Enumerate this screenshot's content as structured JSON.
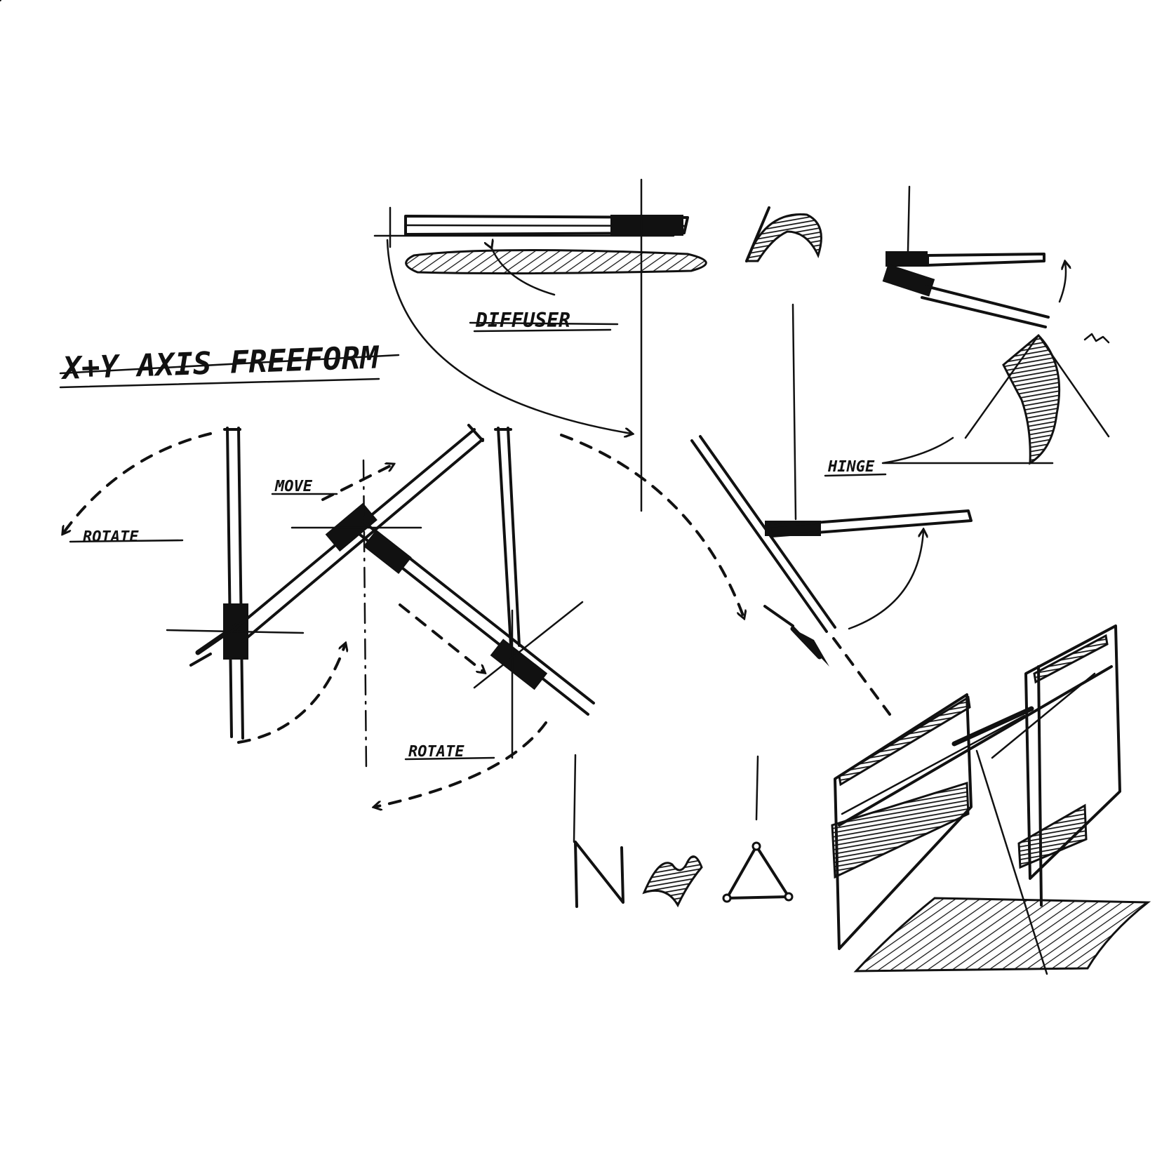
{
  "labels": {
    "title": "X+Y AXIS FREEFORM",
    "diffuser": "DIFFUSER",
    "move": "MOVE",
    "rotate_left": "ROTATE",
    "rotate_bottom": "ROTATE",
    "hinge": "HINGE"
  },
  "colors": {
    "ink": "#111111",
    "paper": "#ffffff"
  }
}
